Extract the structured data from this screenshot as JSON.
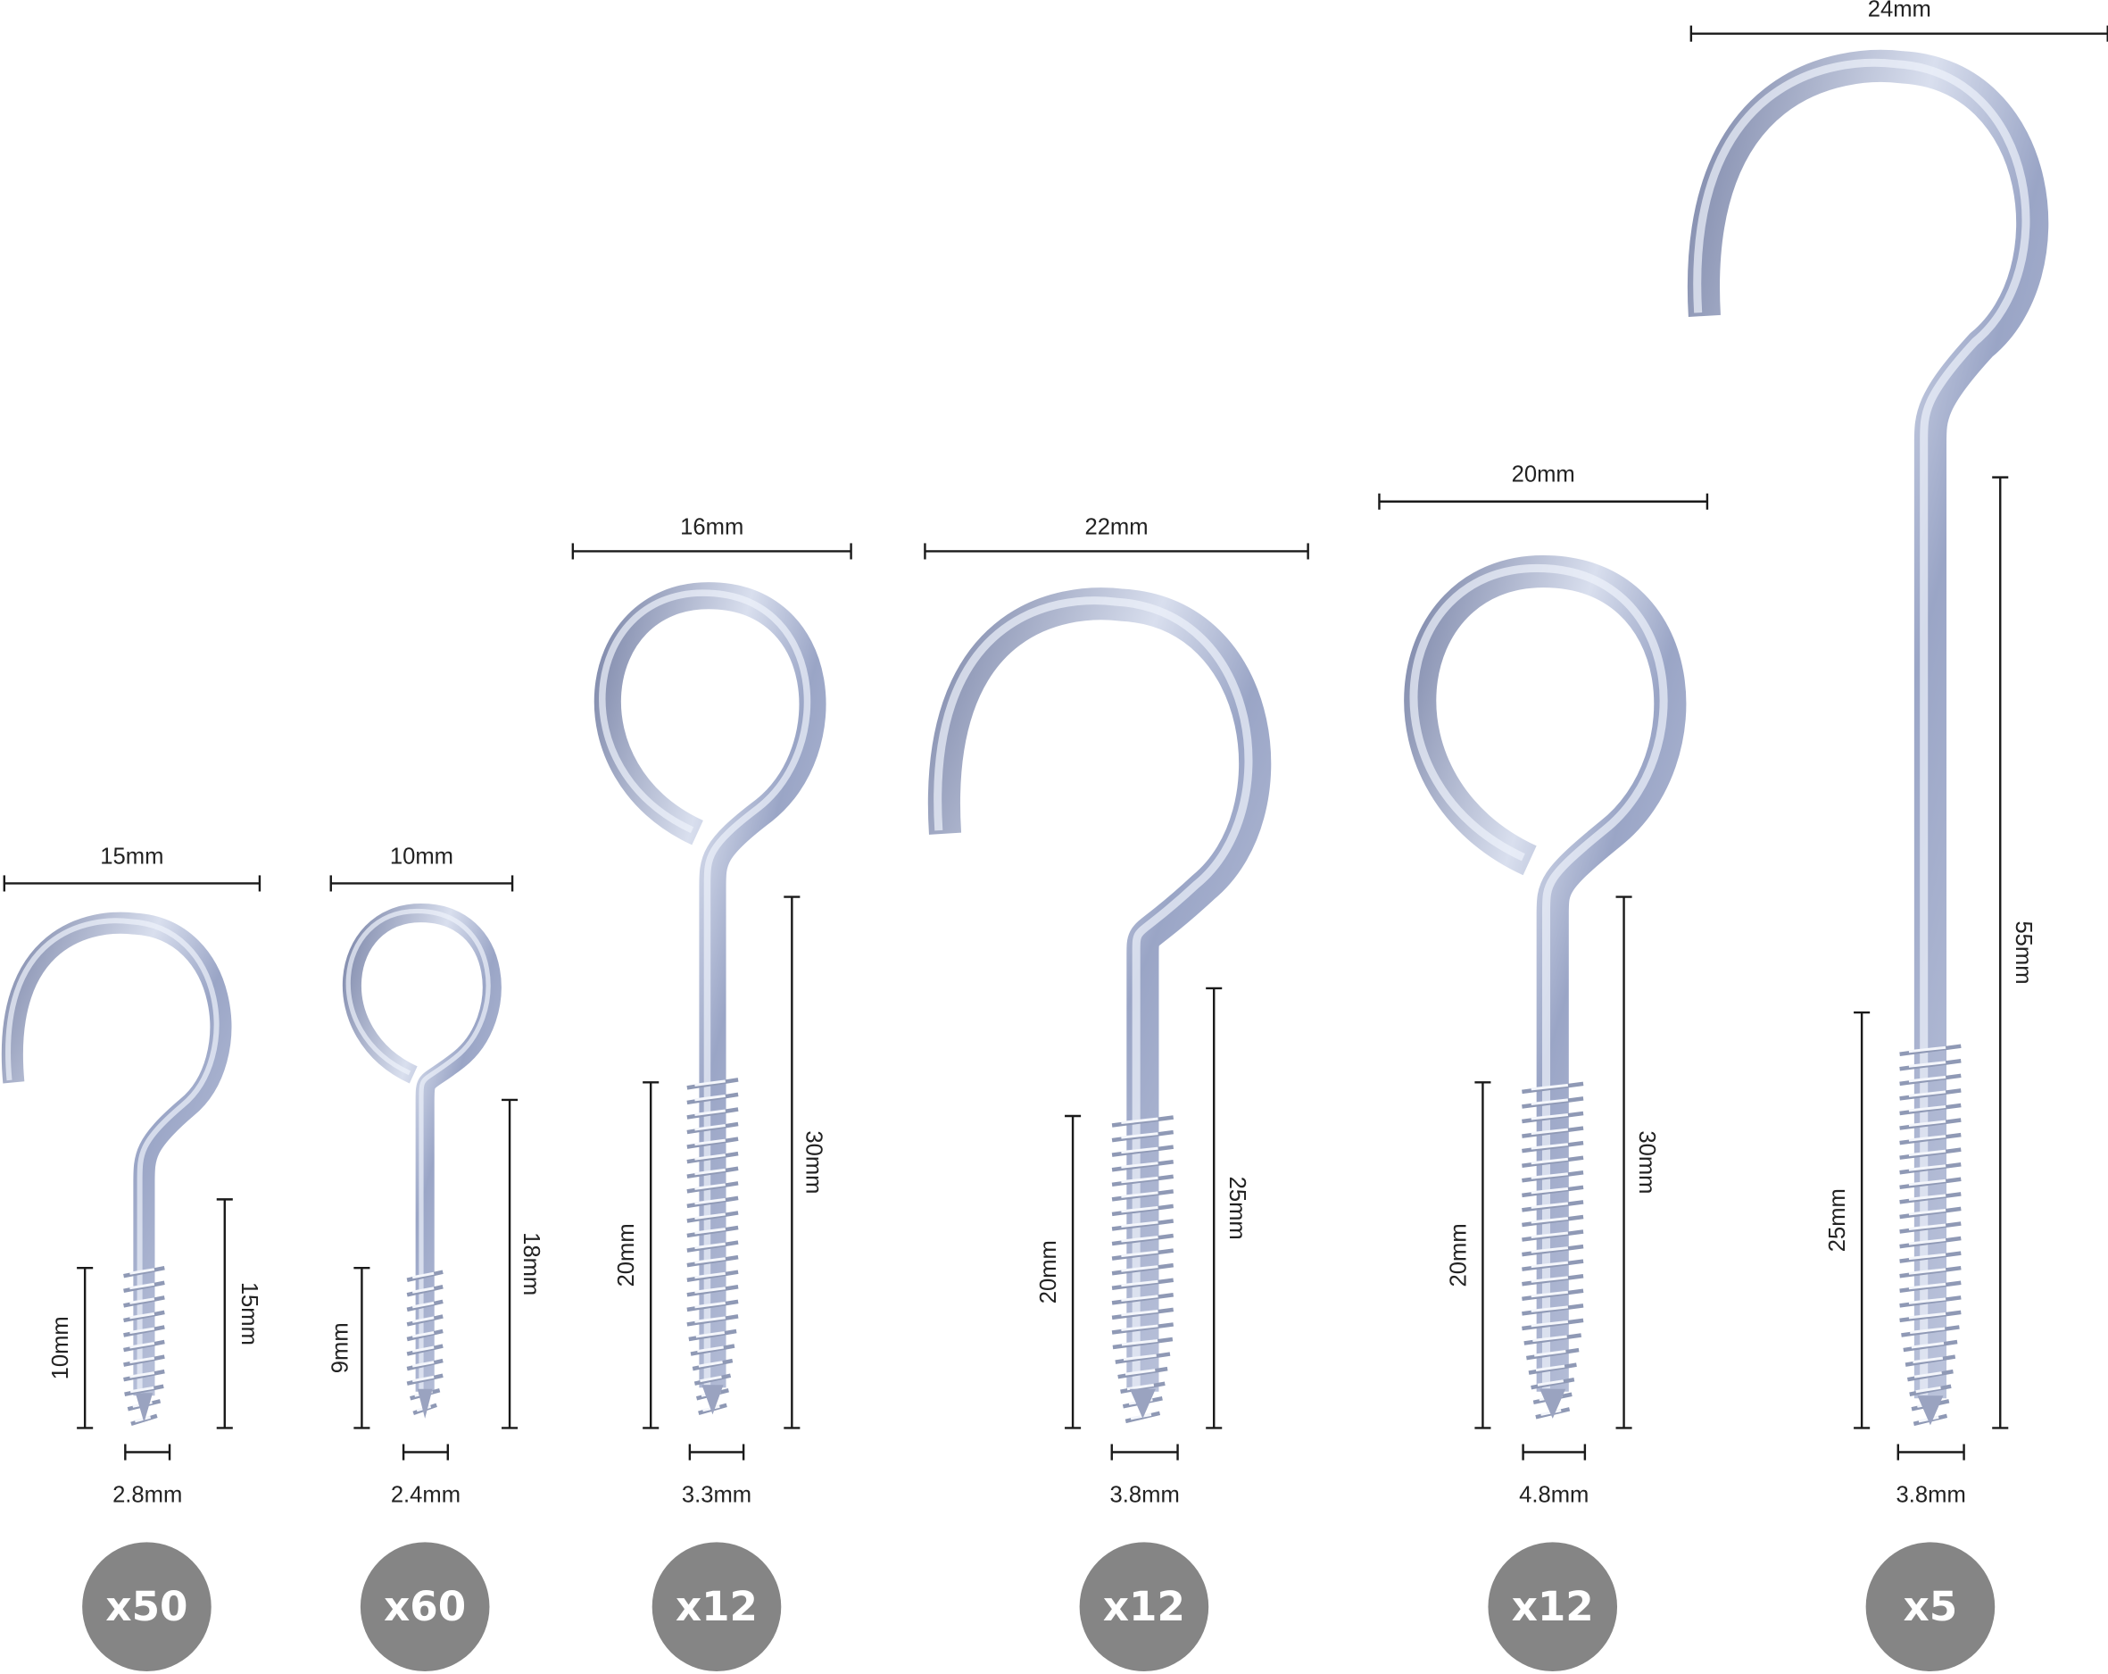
{
  "items": [
    {
      "type": "cup-hook",
      "width": "15mm",
      "length": "15mm",
      "thread_length": "10mm",
      "diameter": "2.8mm",
      "quantity": "x50"
    },
    {
      "type": "eye-screw",
      "width": "10mm",
      "length": "18mm",
      "thread_length": "9mm",
      "diameter": "2.4mm",
      "quantity": "x60"
    },
    {
      "type": "eye-screw",
      "width": "16mm",
      "length": "30mm",
      "thread_length": "20mm",
      "diameter": "3.3mm",
      "quantity": "x12"
    },
    {
      "type": "cup-hook",
      "width": "22mm",
      "length": "25mm",
      "thread_length": "20mm",
      "diameter": "3.8mm",
      "quantity": "x12"
    },
    {
      "type": "eye-screw",
      "width": "20mm",
      "length": "30mm",
      "thread_length": "20mm",
      "diameter": "4.8mm",
      "quantity": "x12"
    },
    {
      "type": "cup-hook",
      "width": "24mm",
      "length": "55mm",
      "thread_length": "25mm",
      "diameter": "3.8mm",
      "quantity": "x5"
    }
  ],
  "colors": {
    "badge": "#858585",
    "metal": "#b8c2dc",
    "dimension_line": "#1a1a1a"
  }
}
